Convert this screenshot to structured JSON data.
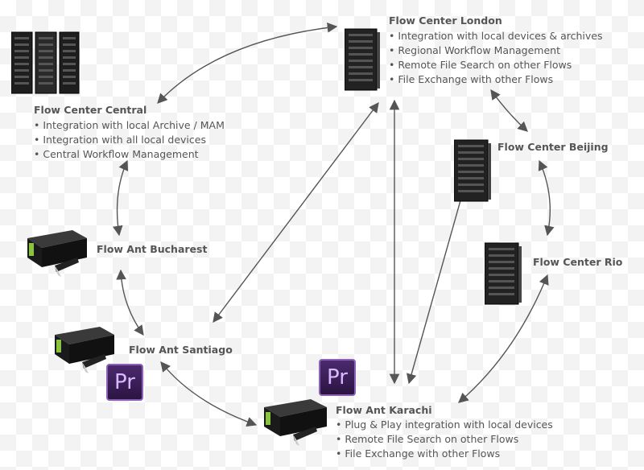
{
  "nodes": {
    "london": {
      "title": "Flow Center London",
      "bullets": [
        "Integration with local devices & archives",
        "Regional Workflow Management",
        "Remote File Search  on other Flows",
        "File Exchange with other Flows"
      ]
    },
    "central": {
      "title": "Flow Center Central",
      "bullets": [
        "Integration with local Archive / MAM",
        "Integration with all local devices",
        "Central Workflow Management"
      ]
    },
    "beijing": {
      "title": "Flow Center Beijing"
    },
    "rio": {
      "title": "Flow Center Rio"
    },
    "bucharest": {
      "title": "Flow Ant Bucharest"
    },
    "santiago": {
      "title": "Flow Ant Santiago"
    },
    "karachi": {
      "title": "Flow Ant Karachi",
      "bullets": [
        "Plug & Play integration with local devices",
        "Remote File Search  on other Flows",
        "File Exchange with other Flows"
      ]
    }
  },
  "badges": {
    "pr_label": "Pr"
  },
  "colors": {
    "arrow": "#555555",
    "text": "#555555",
    "pr_badge": "#3a1f57"
  }
}
